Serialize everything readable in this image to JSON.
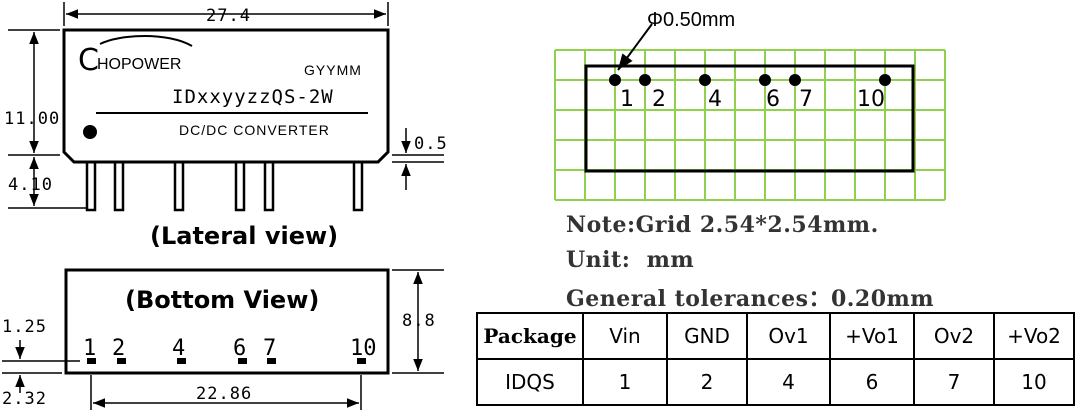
{
  "lateral": {
    "caption": "(Lateral view)",
    "brand": "HOPOWER",
    "brand_initial": "C",
    "date_code": "GYYMM",
    "model": "IDxxyyzzQS-2W",
    "subtitle": "DC/DC CONVERTER",
    "dim_length": "27.4",
    "dim_height": "11.00",
    "dim_pin_length": "4.10",
    "dim_standoff": "0.5"
  },
  "bottom": {
    "caption": "(Bottom View)",
    "pin_labels": [
      "1",
      "2",
      "4",
      "6",
      "7",
      "10"
    ],
    "dim_width": "8.8",
    "dim_pin_offset": "1.25",
    "dim_edge": "2.32",
    "dim_span": "22.86"
  },
  "footprint": {
    "pin_diameter": "Φ0.50mm",
    "pin_labels": [
      "1",
      "2",
      "4",
      "6",
      "7",
      "10"
    ],
    "grid_color": "#8fd14f"
  },
  "notes": {
    "grid": "Note:Grid 2.54*2.54mm.",
    "unit": "Unit:  mm",
    "tolerance": "General tolerances：0.20mm"
  },
  "pin_table": {
    "headers": [
      "Package",
      "Vin",
      "GND",
      "Ov1",
      "+Vo1",
      "Ov2",
      "+Vo2"
    ],
    "row": [
      "IDQS",
      "1",
      "2",
      "4",
      "6",
      "7",
      "10"
    ]
  }
}
